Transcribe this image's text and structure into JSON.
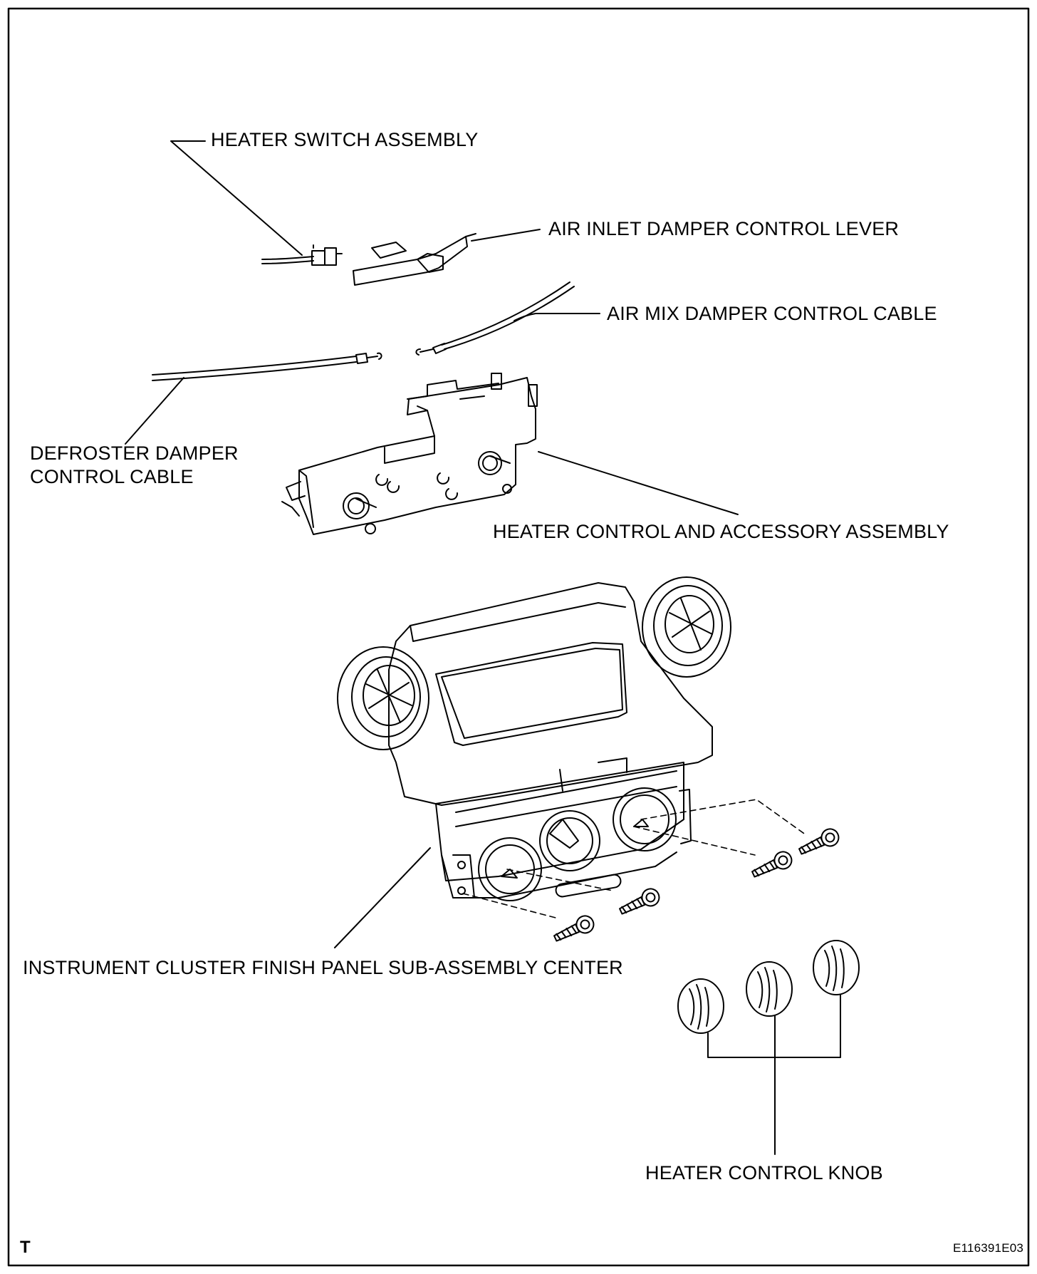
{
  "labels": {
    "heater_switch_assembly": "HEATER SWITCH ASSEMBLY",
    "air_inlet_damper_control_lever": "AIR INLET DAMPER CONTROL LEVER",
    "air_mix_damper_control_cable": "AIR MIX DAMPER CONTROL CABLE",
    "defroster_damper_control_cable_line1": "DEFROSTER DAMPER",
    "defroster_damper_control_cable_line2": "CONTROL CABLE",
    "heater_control_and_accessory_assembly": "HEATER CONTROL AND ACCESSORY ASSEMBLY",
    "instrument_cluster_finish_panel": "INSTRUMENT CLUSTER FINISH PANEL SUB-ASSEMBLY CENTER",
    "heater_control_knob": "HEATER CONTROL KNOB"
  },
  "footer": {
    "corner_mark": "T",
    "figure_code": "E116391E03"
  }
}
